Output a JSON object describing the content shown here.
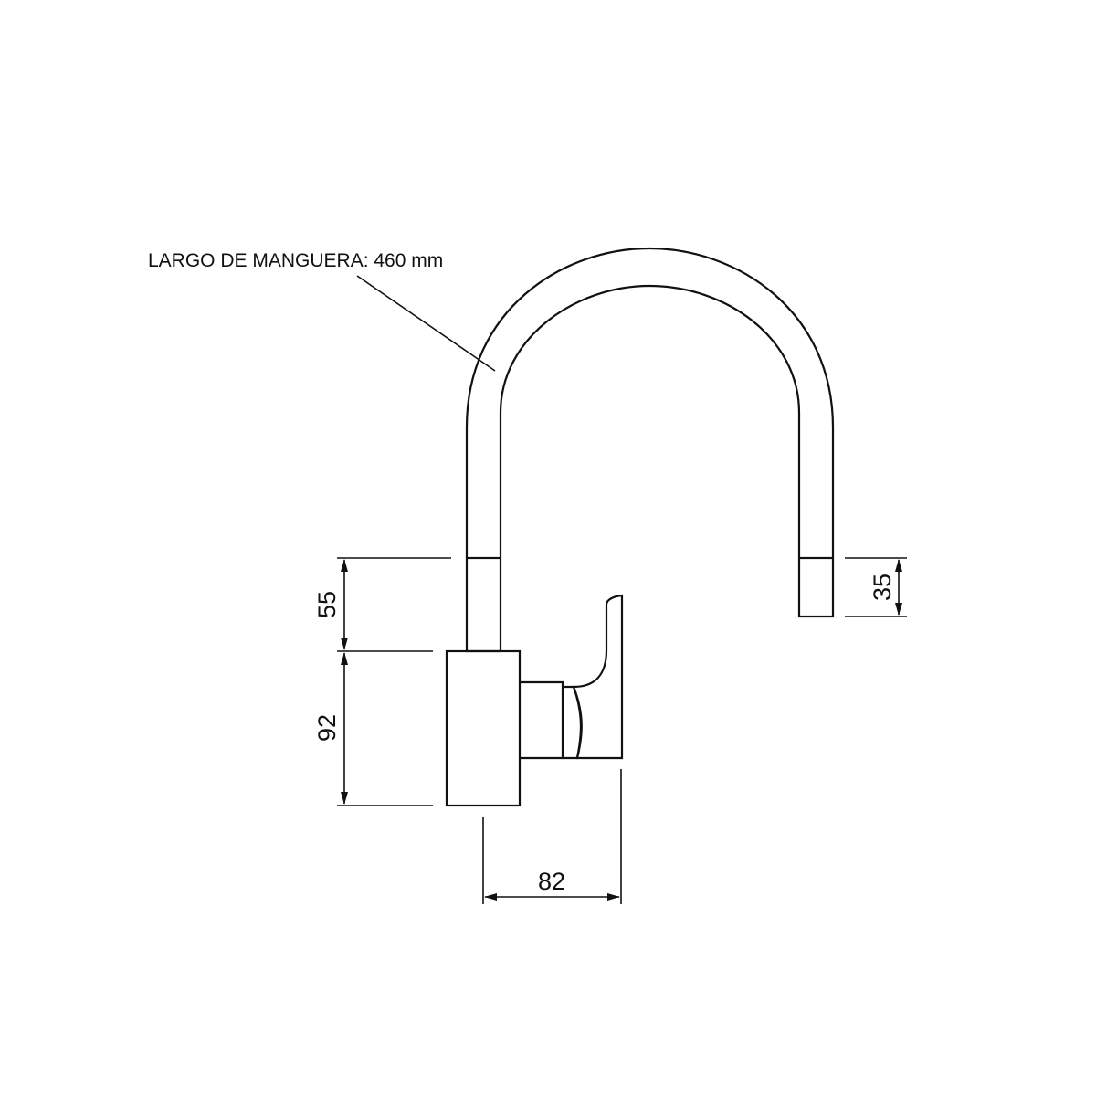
{
  "drawing": {
    "callout": {
      "text": "LARGO DE MANGUERA: 460 mm"
    },
    "dimensions": {
      "spout_height": "55",
      "body_height": "92",
      "body_depth": "82",
      "nozzle_height": "35"
    },
    "colors": {
      "line": "#111111",
      "background": "#ffffff"
    }
  }
}
